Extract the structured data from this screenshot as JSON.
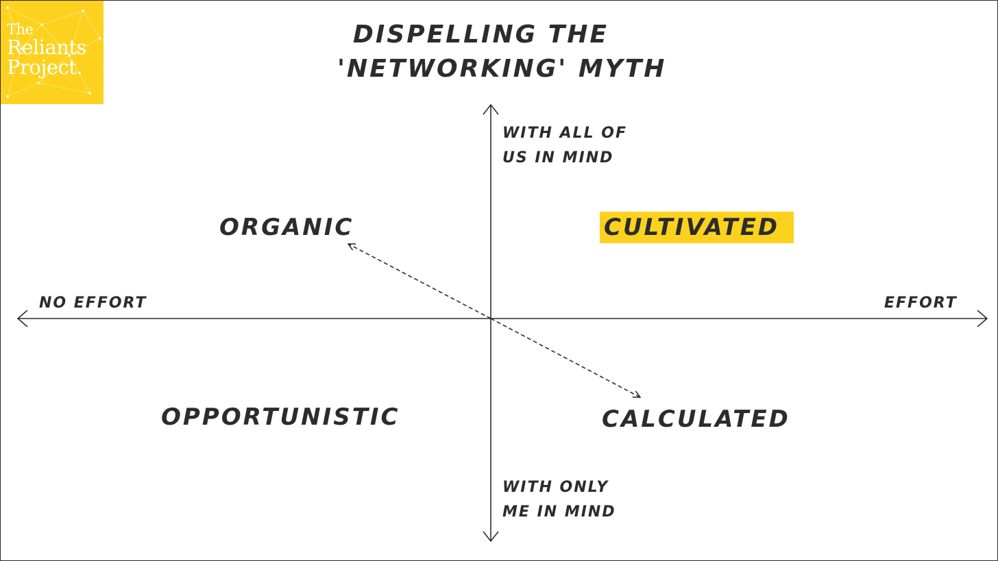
{
  "logo": {
    "line1": "The",
    "line2": "Reliants",
    "line3": "Project."
  },
  "title": {
    "line1": "DISPELLING THE",
    "line2": "'NETWORKING' MYTH"
  },
  "axes": {
    "top_label_line1": "WITH ALL OF",
    "top_label_line2": "US IN MIND",
    "bottom_label_line1": "WITH ONLY",
    "bottom_label_line2": "ME IN MIND",
    "left_label": "NO EFFORT",
    "right_label": "EFFORT"
  },
  "quadrants": {
    "top_left": "ORGANIC",
    "top_right": "CULTIVATED",
    "bottom_left": "OPPORTUNISTIC",
    "bottom_right": "CALCULATED"
  },
  "colors": {
    "accent_yellow": "#fdd21f",
    "ink": "#2c2c2c",
    "background": "#ffffff"
  }
}
